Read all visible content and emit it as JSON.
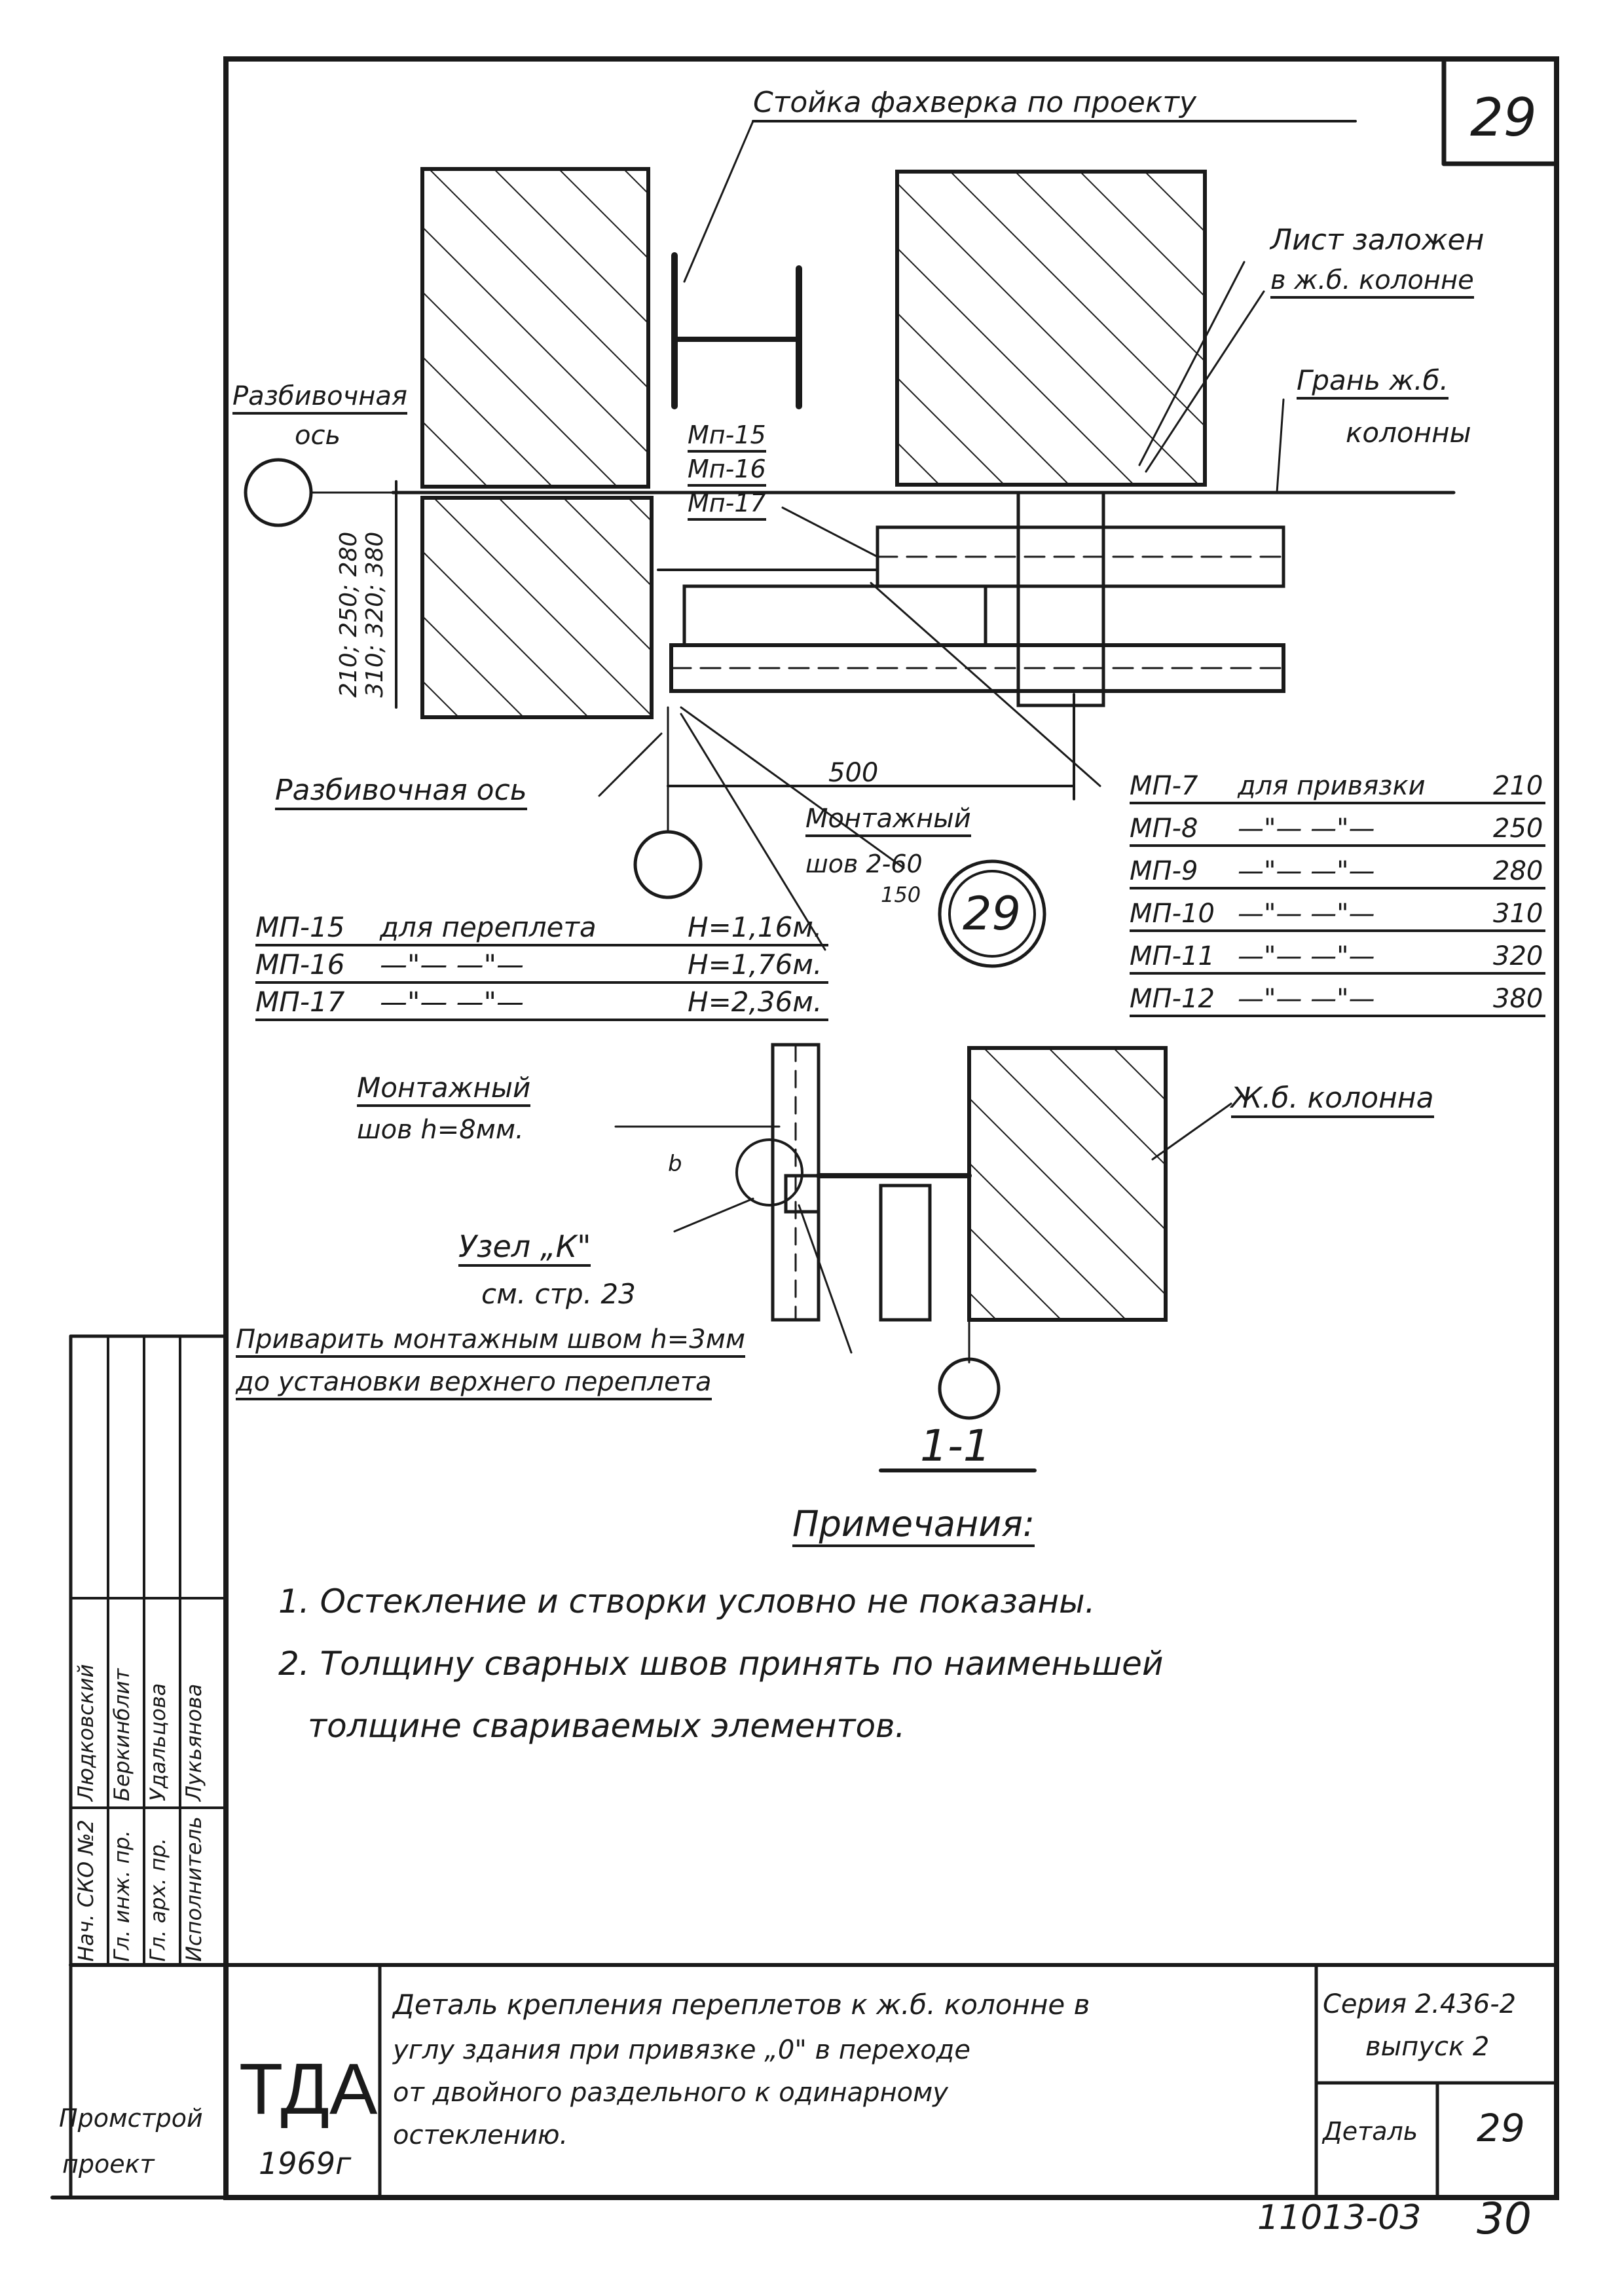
{
  "sheet_number": "29",
  "labels": {
    "stoika": "Стойка фахверка по проекту",
    "list_zalozhen_1": "Лист заложен",
    "list_zalozhen_2": "в ж.б. колонне",
    "gran_1": "Грань ж.б.",
    "gran_2": "колонны",
    "razb_os_1_top": "Разбивочная",
    "razb_os_1_bottom": "ось",
    "mp15": "Мп-15",
    "mp16": "Мп-16",
    "mp17": "Мп-17",
    "dim_left_1": "210; 250; 280",
    "dim_left_2": "310; 320; 380",
    "razb_os_2": "Разбивочная ось",
    "dim_500": "500",
    "montazh_1": "Монтажный",
    "montazh_2": "шов 2-60",
    "montazh_3": "150",
    "callout_29": "29",
    "zhb_kolonna": "Ж.б. колонна",
    "montazh_b1": "Монтажный",
    "montazh_b2": "шов  h=8мм.",
    "dim_b": "b",
    "uzel_1": "Узел „К\"",
    "uzel_2": "см. стр. 23",
    "privarit_1": "Приварить монтажным швом h=3мм",
    "privarit_2": "до установки верхнего переплета",
    "section": "1-1",
    "notes_title": "Примечания:",
    "note_1": "1. Остекление и створки условно не показаны.",
    "note_2": "2. Толщину сварных швов принять по наименьшей",
    "note_2b": "толщине свариваемых элементов."
  },
  "mp_table_left": [
    {
      "mark": "МП-15",
      "text": "для переплета",
      "h": "H=1,16м."
    },
    {
      "mark": "МП-16",
      "text": "—\"—   —\"—",
      "h": "H=1,76м."
    },
    {
      "mark": "МП-17",
      "text": "—\"—   —\"—",
      "h": "H=2,36м."
    }
  ],
  "mp_table_right": [
    {
      "mark": "МП-7",
      "text": "для привязки",
      "val": "210"
    },
    {
      "mark": "МП-8",
      "text": "—\"—   —\"—",
      "val": "250"
    },
    {
      "mark": "МП-9",
      "text": "—\"—   —\"—",
      "val": "280"
    },
    {
      "mark": "МП-10",
      "text": "—\"—   —\"—",
      "val": "310"
    },
    {
      "mark": "МП-11",
      "text": "—\"—   —\"—",
      "val": "320"
    },
    {
      "mark": "МП-12",
      "text": "—\"—   —\"—",
      "val": "380"
    }
  ],
  "signatures": {
    "roles": [
      "Нач. СКО №2",
      "Гл. инж. пр.",
      "Гл. арх. пр.",
      "Исполнитель"
    ],
    "names": [
      "Людковский",
      "Беркинблит",
      "Удальцова",
      "Лукьянова"
    ]
  },
  "title_block": {
    "org_1": "Промстрой",
    "org_2": "проект",
    "logo": "ТДА",
    "year": "1969г",
    "title_1": "Деталь крепления переплетов к ж.б. колонне в",
    "title_2": "углу здания при привязке „0\" в переходе",
    "title_3": "от двойного раздельного к одинарному",
    "title_4": "остеклению.",
    "series_1": "Серия 2.436-2",
    "series_2": "выпуск 2",
    "detail_label": "Деталь",
    "detail_no": "29",
    "doc_no": "11013-03",
    "page_no": "30"
  }
}
